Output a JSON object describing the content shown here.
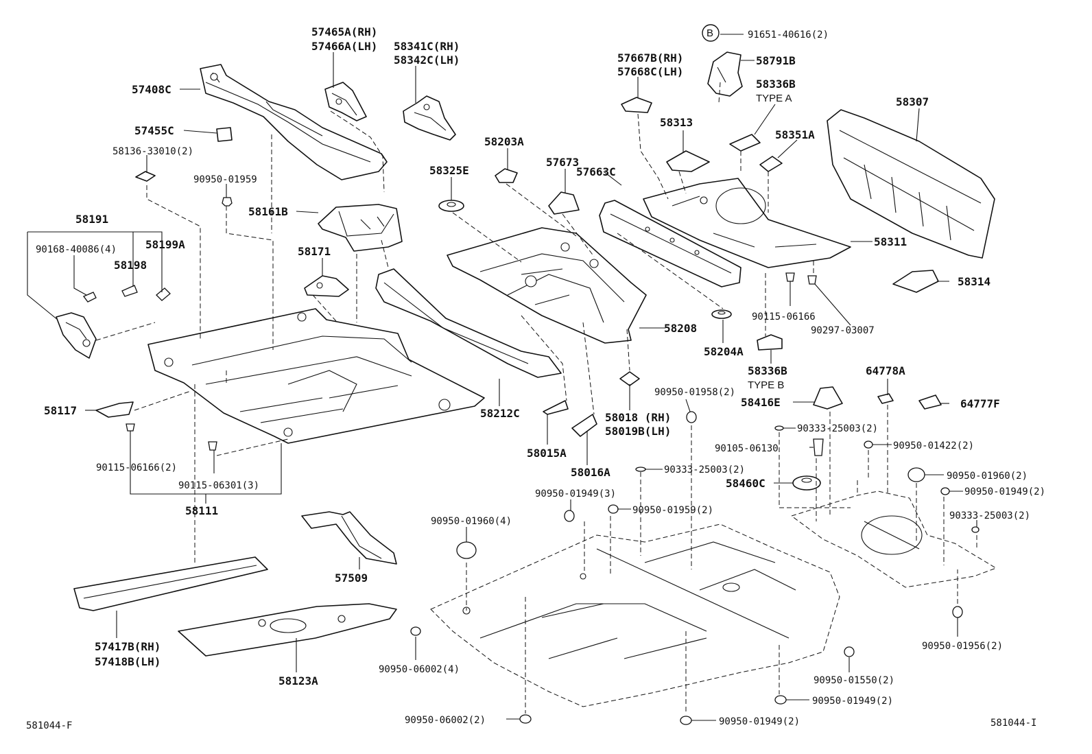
{
  "labels": {
    "p57465a": "57465A(RH)",
    "p57466a": "57466A(LH)",
    "p58341c": "58341C(RH)",
    "p58342c": "58342C(LH)",
    "p57408c": "57408C",
    "p57455c": "57455C",
    "p58136": "58136-33010(2)",
    "p90950_01959a": "90950-01959",
    "p58191": "58191",
    "p90168": "90168-40086(4)",
    "p58198": "58198",
    "p58199a": "58199A",
    "p58161b": "58161B",
    "p58171": "58171",
    "p58117": "58117",
    "p90115_06166_2": "90115-06166(2)",
    "p90115_06301": "90115-06301(3)",
    "p58111": "58111",
    "p57509": "57509",
    "p57417b": "57417B(RH)",
    "p57418b": "57418B(LH)",
    "p58123a": "58123A",
    "p58203a": "58203A",
    "p58325e": "58325E",
    "p57673": "57673",
    "p58212c": "58212C",
    "p58015a": "58015A",
    "p58016a": "58016A",
    "p58018": "58018 (RH)",
    "p58019b": "58019B(LH)",
    "p58208": "58208",
    "p57667b": "57667B(RH)",
    "p57668c": "57668C(LH)",
    "p58313": "58313",
    "p57663c": "57663C",
    "p91651": "91651-40616(2)",
    "p58791b": "58791B",
    "p58336b_a": "58336B",
    "type_a": "TYPE A",
    "p58351a": "58351A",
    "p58307": "58307",
    "p58311": "58311",
    "p58314": "58314",
    "p90115_06166": "90115-06166",
    "p90297": "90297-03007",
    "p58204a": "58204A",
    "p58336b_b": "58336B",
    "type_b": "TYPE B",
    "p64778a": "64778A",
    "p90950_01958": "90950-01958(2)",
    "p58416e": "58416E",
    "p64777f": "64777F",
    "p90333_a": "90333-25003(2)",
    "p90105": "90105-06130",
    "p90950_01422": "90950-01422(2)",
    "p90333_b": "90333-25003(2)",
    "p58460c": "58460C",
    "p90950_01960_2": "90950-01960(2)",
    "p90950_01949_2a": "90950-01949(2)",
    "p90333_c": "90333-25003(2)",
    "p90950_01949_3": "90950-01949(3)",
    "p90950_01959_2": "90950-01959(2)",
    "p90950_01960_4": "90950-01960(4)",
    "p90950_06002_4": "90950-06002(4)",
    "p90950_06002_2": "90950-06002(2)",
    "p90950_01550": "90950-01550(2)",
    "p90950_01949_2b": "90950-01949(2)",
    "p90950_01949_2c": "90950-01949(2)",
    "p90950_01956": "90950-01956(2)",
    "circle_b": "B",
    "code_left": "581044-F",
    "code_right": "581044-I"
  }
}
